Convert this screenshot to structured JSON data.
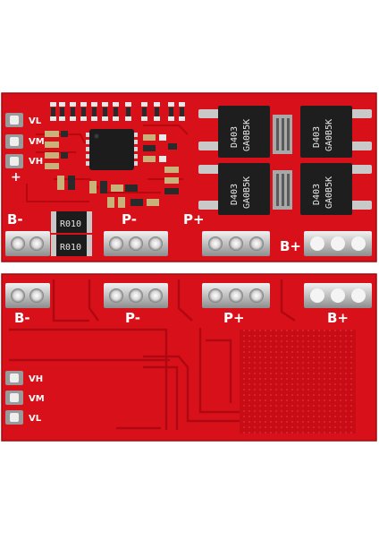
{
  "top_board": {
    "left_pad_labels": [
      "VL",
      "VM",
      "VH",
      "+"
    ],
    "terminal_labels": [
      "B-",
      "P-",
      "P+",
      "B+"
    ],
    "resistor_markings": [
      "R010",
      "R010"
    ],
    "mosfet_markings": [
      {
        "line1": "D403",
        "line2": "GA0B5K"
      },
      {
        "line1": "D403",
        "line2": "GA0B5K"
      },
      {
        "line1": "D403",
        "line2": "GA0B5K"
      },
      {
        "line1": "D403",
        "line2": "GA0B5K"
      }
    ]
  },
  "bottom_board": {
    "terminal_labels": [
      "B-",
      "P-",
      "P+",
      "B+"
    ],
    "left_pad_labels": [
      "VH",
      "VM",
      "VL"
    ]
  },
  "colors": {
    "pcb_red": "#d8101a",
    "pcb_dark": "#b00810",
    "silkscreen": "#ffffff",
    "chip_black": "#1a1a1a",
    "tin": "#c9c9c9"
  }
}
